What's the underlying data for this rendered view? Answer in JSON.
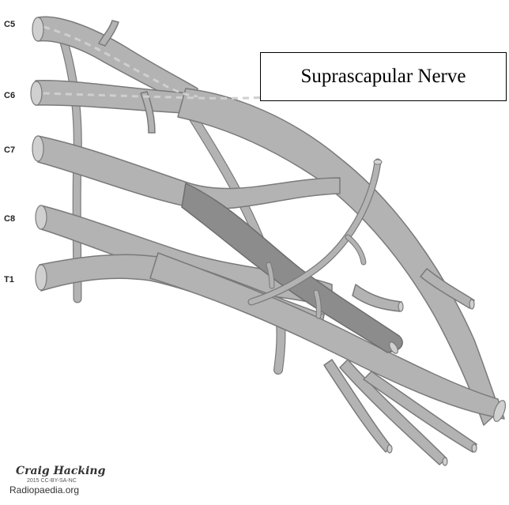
{
  "diagram": {
    "root_labels": [
      "C5",
      "C6",
      "C7",
      "C8",
      "T1"
    ],
    "callout_label": "Suprascapular Nerve",
    "credit": {
      "author": "Craig Hacking",
      "license": "2015 CC-BY-SA-NC",
      "site": "Radiopaedia.org"
    },
    "colors": {
      "nerve_fill": "#b3b3b3",
      "nerve_stroke": "#7a7a7a",
      "nerve_dark": "#8c8c8c",
      "dashed_path": "#d4d4d4"
    }
  }
}
